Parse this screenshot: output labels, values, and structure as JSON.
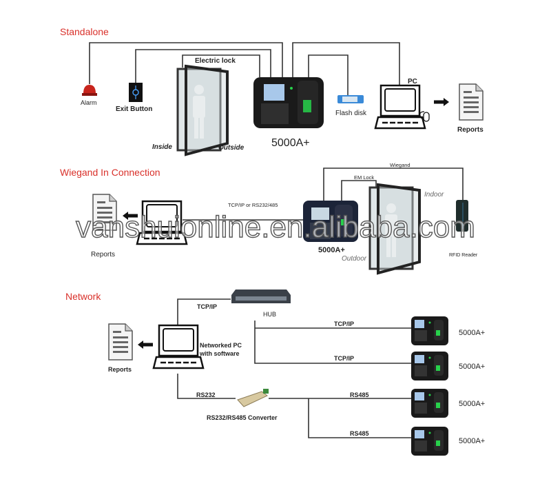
{
  "colors": {
    "section_title": "#d9302a",
    "device_body": "#1a1a1a",
    "lines": "#333333"
  },
  "standalone": {
    "title": "Standalone",
    "alarm": "Alarm",
    "exit_button": "Exit Button",
    "electric_lock": "Electric lock",
    "inside": "Inside",
    "outside": "Outside",
    "device": "5000A+",
    "flash_disk": "Flash disk",
    "pc": "PC",
    "reports": "Reports"
  },
  "wiegand": {
    "title": "Wiegand In Connection",
    "reports": "Reports",
    "link": "TCP/IP or RS232/485",
    "device": "5000A+",
    "outdoor": "Outdoor",
    "indoor": "Indoor",
    "wiegand": "Wiegand",
    "em_lock": "EM Lock",
    "reader": "RFID Reader"
  },
  "network": {
    "title": "Network",
    "hub": "HUB",
    "tcpip_pc": "TCP/IP",
    "pc_line1": "Networked PC",
    "pc_line2": "with software",
    "reports": "Reports",
    "rs232": "RS232",
    "converter": "RS232/RS485 Converter",
    "links": [
      "TCP/IP",
      "TCP/IP",
      "RS485",
      "RS485"
    ],
    "devices": [
      "5000A+",
      "5000A+",
      "5000A+",
      "5000A+"
    ]
  },
  "watermark": "vanshuionline.en.alibaba.com"
}
